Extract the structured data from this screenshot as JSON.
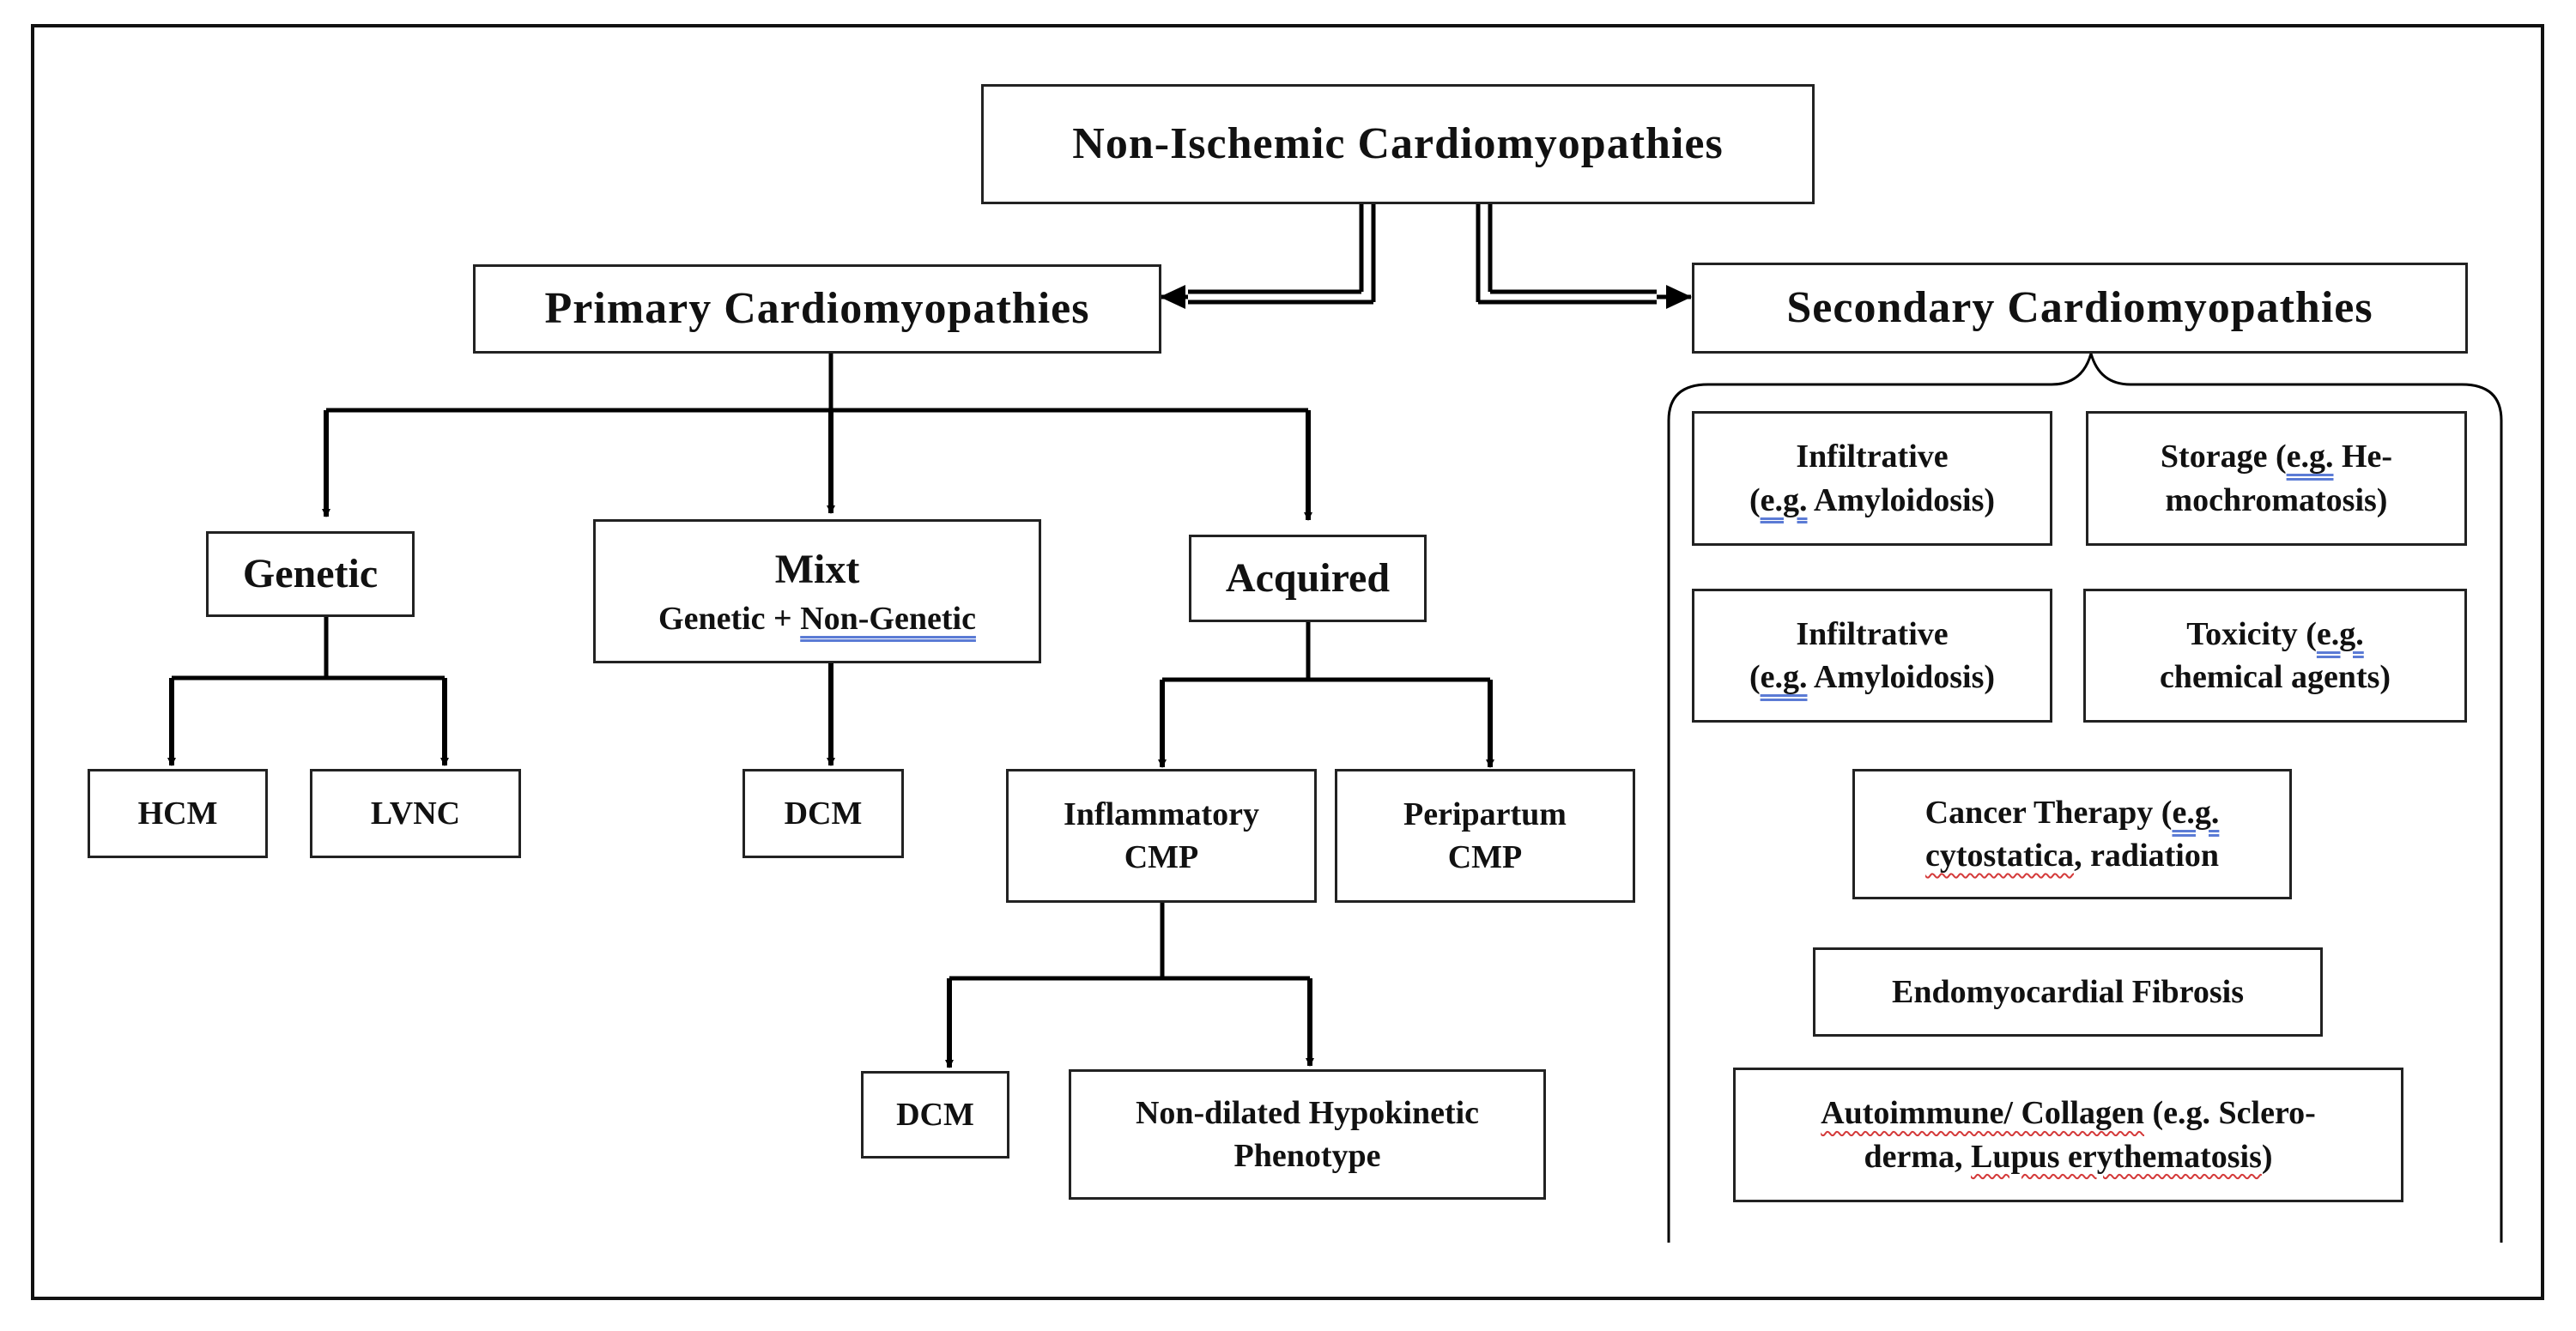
{
  "title": "Non-Ischemic Cardiomyopathies",
  "primary": {
    "label": "Primary Cardiomyopathies",
    "genetic": {
      "label": "Genetic",
      "children": [
        "HCM",
        "LVNC"
      ]
    },
    "mixt": {
      "label": "Mixt",
      "sub_prefix": "Genetic + ",
      "sub_underlined": "Non-Genetic",
      "child": "DCM"
    },
    "acquired": {
      "label": "Acquired",
      "inflammatory": {
        "line1": "Inflammatory",
        "line2": "CMP",
        "children": {
          "dcm": "DCM",
          "nondilated_line1": "Non-dilated Hypokinetic",
          "nondilated_line2": "Phenotype"
        }
      },
      "peripartum": {
        "line1": "Peripartum",
        "line2": "CMP"
      }
    }
  },
  "secondary": {
    "label": "Secondary Cardiomyopathies",
    "items": {
      "infiltrative_1": {
        "line1": "Infiltrative",
        "line2_marked": "e.g.",
        "line2_rest": " Amyloidosis)"
      },
      "storage": {
        "line1_text": "Storage (",
        "line1_marked": "e.g.",
        "line1_rest": " He-",
        "line2": "mochromatosis)"
      },
      "infiltrative_2": {
        "line1": "Infiltrative",
        "line2_marked": "e.g.",
        "line2_rest": " Amyloidosis)"
      },
      "toxicity": {
        "line1_text": "Toxicity (",
        "line1_marked": "e.g.",
        "line2": "chemical agents)"
      },
      "cancer": {
        "line1_text": "Cancer Therapy (",
        "line1_marked": "e.g.",
        "line2_marked": "cytostatica",
        "line2_rest": ", radiation"
      },
      "endomyocardial": {
        "label": "Endomyocardial Fibrosis"
      },
      "autoimmune": {
        "line1_marked": "Autoimmune/ Collagen",
        "line1_rest": " (e.g. Sclero-",
        "line2_text": "derma, ",
        "line2_marked": "Lupus erythematosis",
        "line2_rest": ")"
      }
    }
  }
}
